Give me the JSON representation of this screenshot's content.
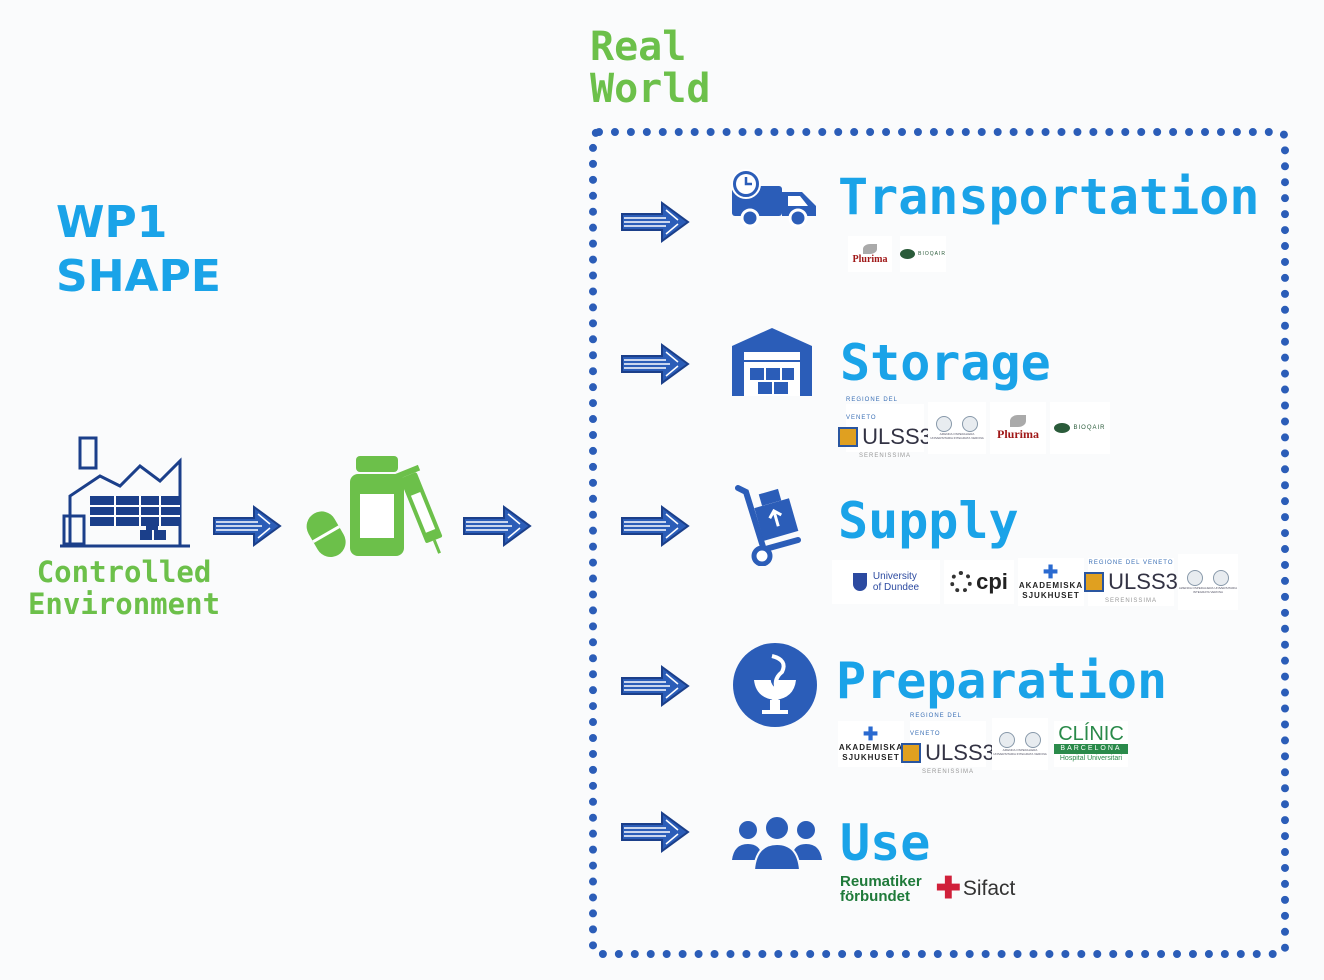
{
  "wp_title_line1": "WP1",
  "wp_title_line2": "SHAPE",
  "real_world_line1": "Real",
  "real_world_line2": "World",
  "controlled_line1": "Controlled",
  "controlled_line2": "Environment",
  "colors": {
    "blue": "#1aa3e8",
    "green": "#6cc04a",
    "navy": "#2b5db8"
  },
  "stages": [
    {
      "label": "Transportation",
      "icon": "delivery-truck-icon"
    },
    {
      "label": "Storage",
      "icon": "warehouse-icon"
    },
    {
      "label": "Supply",
      "icon": "hand-truck-icon"
    },
    {
      "label": "Preparation",
      "icon": "pharmacy-symbol-icon"
    },
    {
      "label": "Use",
      "icon": "people-group-icon"
    }
  ],
  "logos": {
    "plurima": "Plurima",
    "bioqair": "BIOQAIR",
    "ulss3": "ULSS3",
    "ulss_region": "REGIONE DEL VENETO",
    "ulss_sub": "SERENISSIMA",
    "verona_text": "AZIENDA OSPEDALIERA UNIVERSITARIA INTEGRATA VERONA",
    "dundee_line1": "University",
    "dundee_line2": "of Dundee",
    "cpi": "cpi",
    "akademiska_line1": "AKADEMISKA",
    "akademiska_line2": "SJUKHUSET",
    "clinic": "CLÍNIC",
    "clinic_bar": "BARCELONA",
    "clinic_sub": "Hospital Universitari",
    "reum_line1": "Reumatiker",
    "reum_line2": "förbundet",
    "sifact": "Sifact"
  }
}
